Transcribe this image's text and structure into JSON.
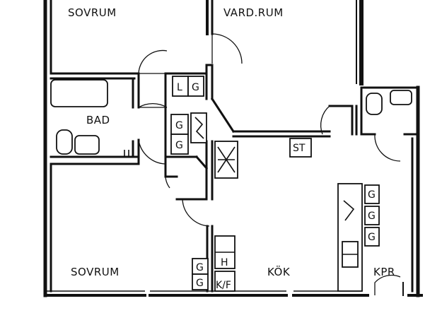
{
  "plan": {
    "rooms": {
      "sovrum_top": "SOVRUM",
      "vardrum": "VARD.RUM",
      "bad": "BAD",
      "sovrum_bottom": "SOVRUM",
      "kok": "KÖK",
      "kpr": "KPR"
    },
    "fixtures": {
      "l": "L",
      "g1": "G",
      "g2": "G",
      "g3": "G",
      "st": "ST",
      "h": "H",
      "g_kok_1": "G",
      "g_kok_2": "G",
      "kf": "K/F",
      "g_right_1": "G",
      "g_right_2": "G",
      "g_right_3": "G"
    }
  }
}
